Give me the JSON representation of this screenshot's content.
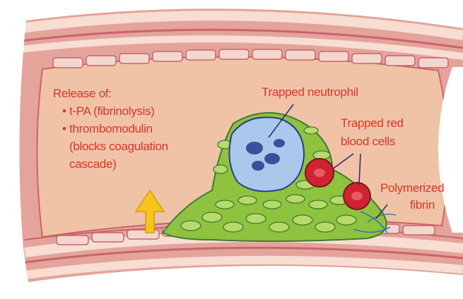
{
  "labels": {
    "release_title": "Release of:",
    "release_item_1": "• t-PA (fibrinolysis)",
    "release_item_2": "• thrombomodulin",
    "release_item_2_cont_1": "(blocks coagulation",
    "release_item_2_cont_2": "cascade)",
    "trapped_neutrophil": "Trapped neutrophil",
    "trapped_rbc_1": "Trapped red",
    "trapped_rbc_2": "blood cells",
    "polymerized_fibrin_1": "Polymerized",
    "polymerized_fibrin_2": "fibrin"
  },
  "colors": {
    "lumen": "#f0c3a6",
    "vessel_wall": "#e4a39b",
    "wall_light": "#f7ddd2",
    "wall_stripe": "#c9646a",
    "endothelium": "#f3d7cf",
    "label_red": "#d9352b",
    "neutrophil": "#a9c8ec",
    "neutrophil_nucleus": "#3c4f9a",
    "clot_green": "#8ec23f",
    "clot_dark": "#3f7a34",
    "rbc": "#cf2332",
    "fibrin_blue": "#3d77a8",
    "arrow": "#f5c51c"
  },
  "icons": {
    "arrow": "up-arrow-icon"
  }
}
